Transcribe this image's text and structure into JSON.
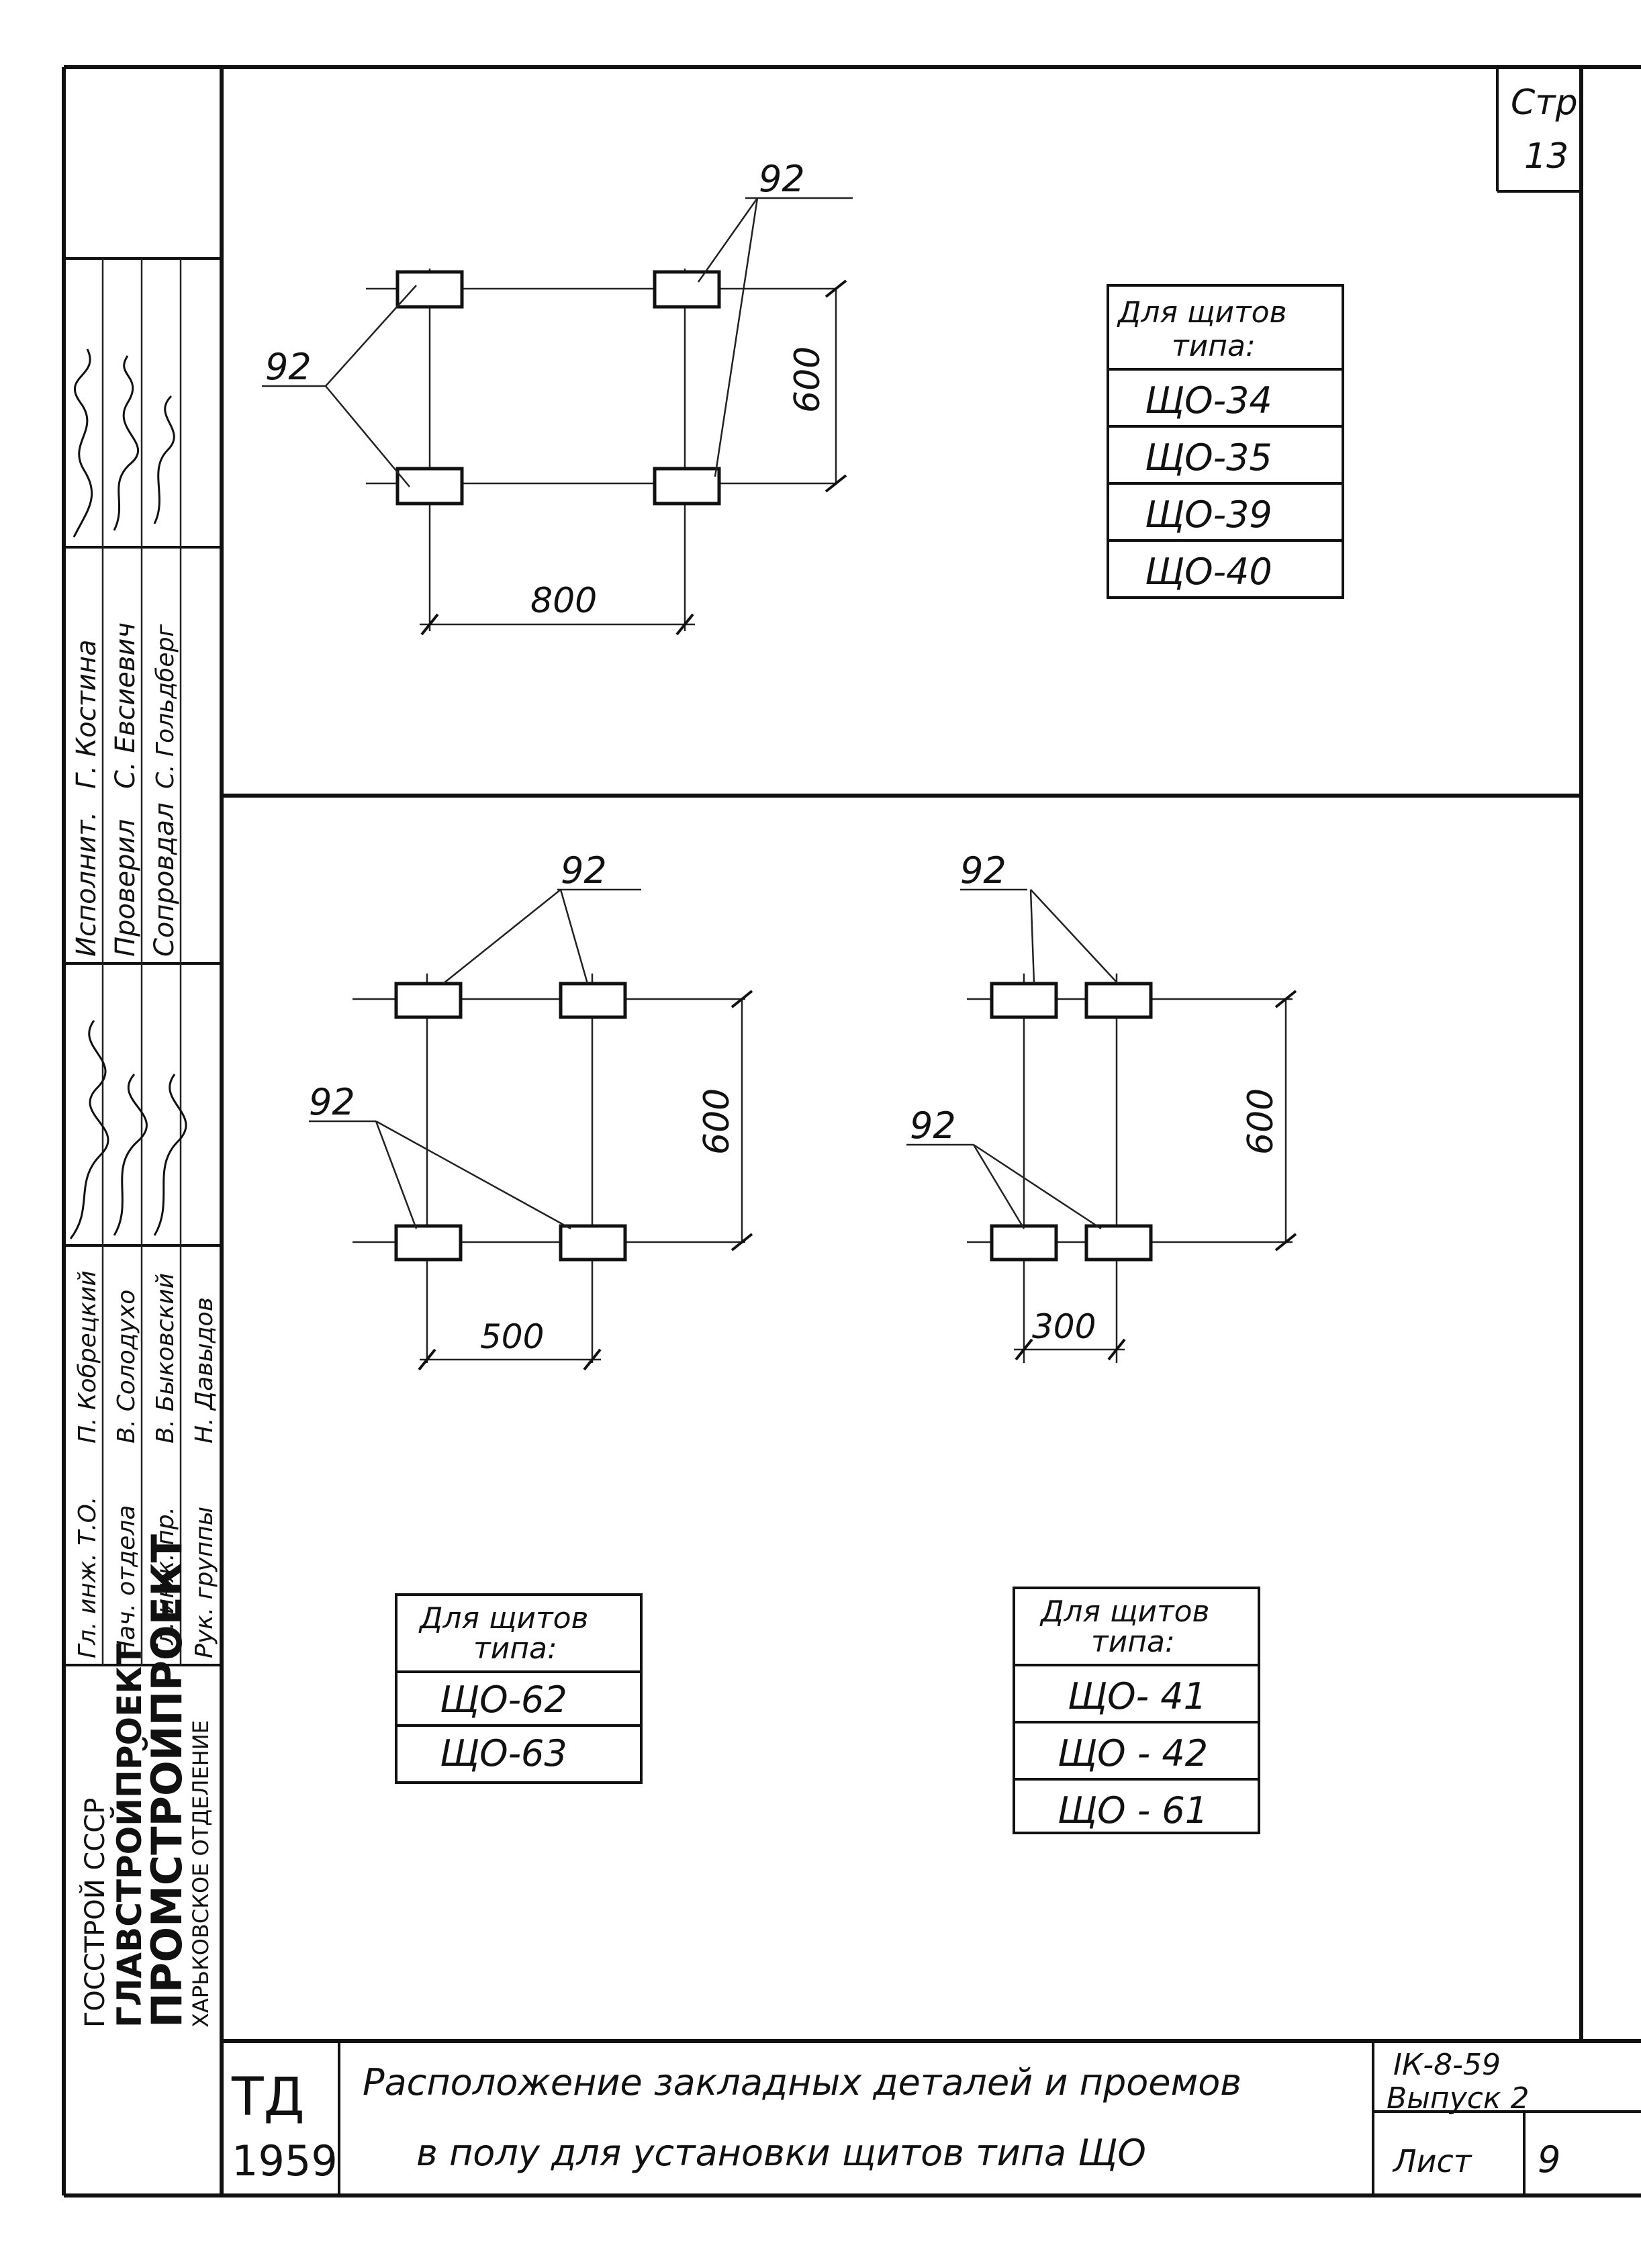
{
  "page_corner": {
    "label": "Стр",
    "number": "13"
  },
  "diagram_1": {
    "labels": {
      "top_right": "92",
      "left": "92"
    },
    "dims": {
      "vertical": "600",
      "horizontal": "800"
    },
    "table": {
      "header_1": "Для щитов",
      "header_2": "типа:",
      "rows": [
        "ЩО-34",
        "ЩО-35",
        "ЩО-39",
        "ЩО-40"
      ]
    }
  },
  "diagram_2": {
    "labels": {
      "top": "92",
      "left": "92"
    },
    "dims": {
      "vertical": "600",
      "horizontal": "500"
    },
    "table": {
      "header_1": "Для щитов",
      "header_2": "типа:",
      "rows": [
        "ЩО-62",
        "ЩО-63"
      ]
    }
  },
  "diagram_3": {
    "labels": {
      "top": "92",
      "left": "92"
    },
    "dims": {
      "vertical": "600",
      "horizontal": "300"
    },
    "table": {
      "header_1": "Для щитов",
      "header_2": "типа:",
      "rows": [
        "ЩО- 41",
        "ЩО - 42",
        "ЩО - 61"
      ]
    }
  },
  "signature_block": {
    "roles": [
      "Исполнит.",
      "Проверил",
      "Сопровдал",
      "Гл. инж. Т.О.",
      "Нач. отдела",
      "Гл. инж. пр.",
      "Рук. группы"
    ],
    "names": [
      "Г. Костина",
      "С. Евсиевич",
      "С. Гольдберг",
      "П. Кобрецкий",
      "В. Солодухо",
      "В. Быковский",
      "Н. Давыдов"
    ]
  },
  "organization": {
    "line_1": "ГОССТРОЙ СССР",
    "line_2": "ГЛАВСТРОЙПРОЕКТ",
    "line_3": "ПРОМСТРОЙПРОЕКТ",
    "line_4": "ХАРЬКОВСКОЕ ОТДЕЛЕНИЕ"
  },
  "title_block": {
    "code": "ТД",
    "year": "1959",
    "title_line_1": "Расположение закладных деталей и проемов",
    "title_line_2": "в полу для установки щитов типа ЩО",
    "series": "IК-8-59",
    "issue": "Выпуск 2",
    "sheet_label": "Лист",
    "sheet_number": "9"
  }
}
